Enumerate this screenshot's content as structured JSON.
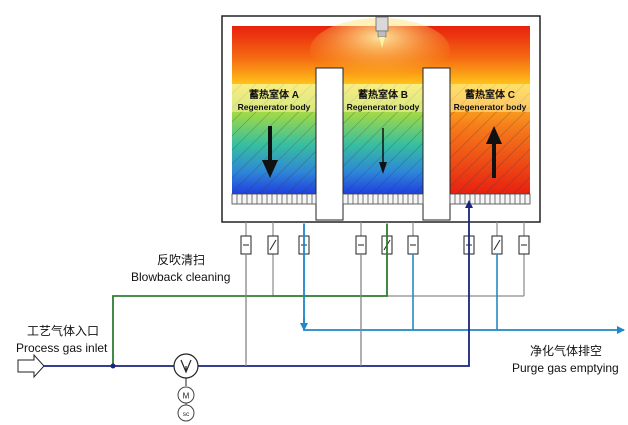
{
  "regenerators": [
    {
      "cn": "蓄热室体 A",
      "en": "Regenerator body",
      "arrow": "down-bold"
    },
    {
      "cn": "蓄热室体 B",
      "en": "Regenerator body",
      "arrow": "down-thin"
    },
    {
      "cn": "蓄热室体 C",
      "en": "Regenerator body",
      "arrow": "up-bold"
    }
  ],
  "labels": {
    "blowback_cn": "反吹清扫",
    "blowback_en": "Blowback cleaning",
    "inlet_cn": "工艺气体入口",
    "inlet_en": "Process gas inlet",
    "purge_cn": "净化气体排空",
    "purge_en": "Purge gas emptying",
    "motor_m": "M",
    "motor_sc": "sc"
  },
  "colors": {
    "inlet_line": "#1a237e",
    "blowback_line": "#2e7d32",
    "purge_line": "#1e88c8",
    "pipe_gray": "#8a8a8a"
  }
}
